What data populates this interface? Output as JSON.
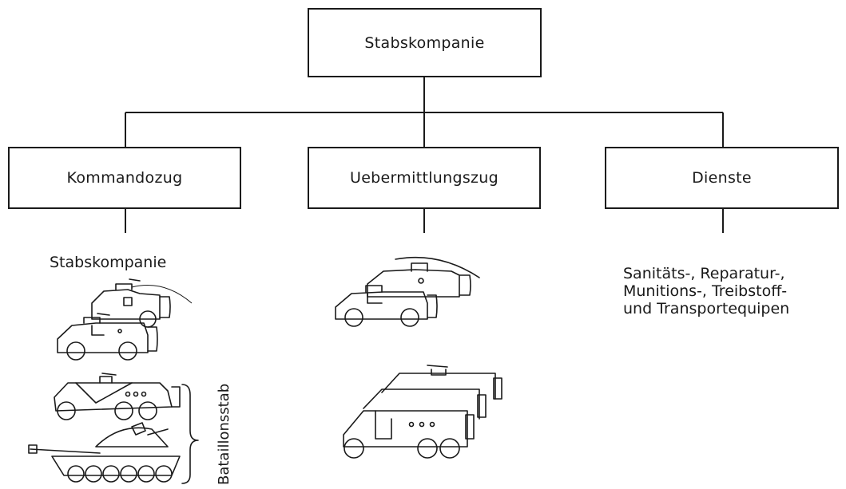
{
  "diagram": {
    "top": {
      "label": "Stabskompanie"
    },
    "units": [
      {
        "label": "Kommandozug"
      },
      {
        "label": "Uebermittlungszug"
      },
      {
        "label": "Dienste"
      }
    ],
    "left_caption": "Stabskompanie",
    "bracket_label": "Bataillonsstab",
    "services_text": [
      "Sanitäts-, Reparatur-,",
      "Munitions-, Treibstoff-",
      "und Transportequipen"
    ]
  }
}
